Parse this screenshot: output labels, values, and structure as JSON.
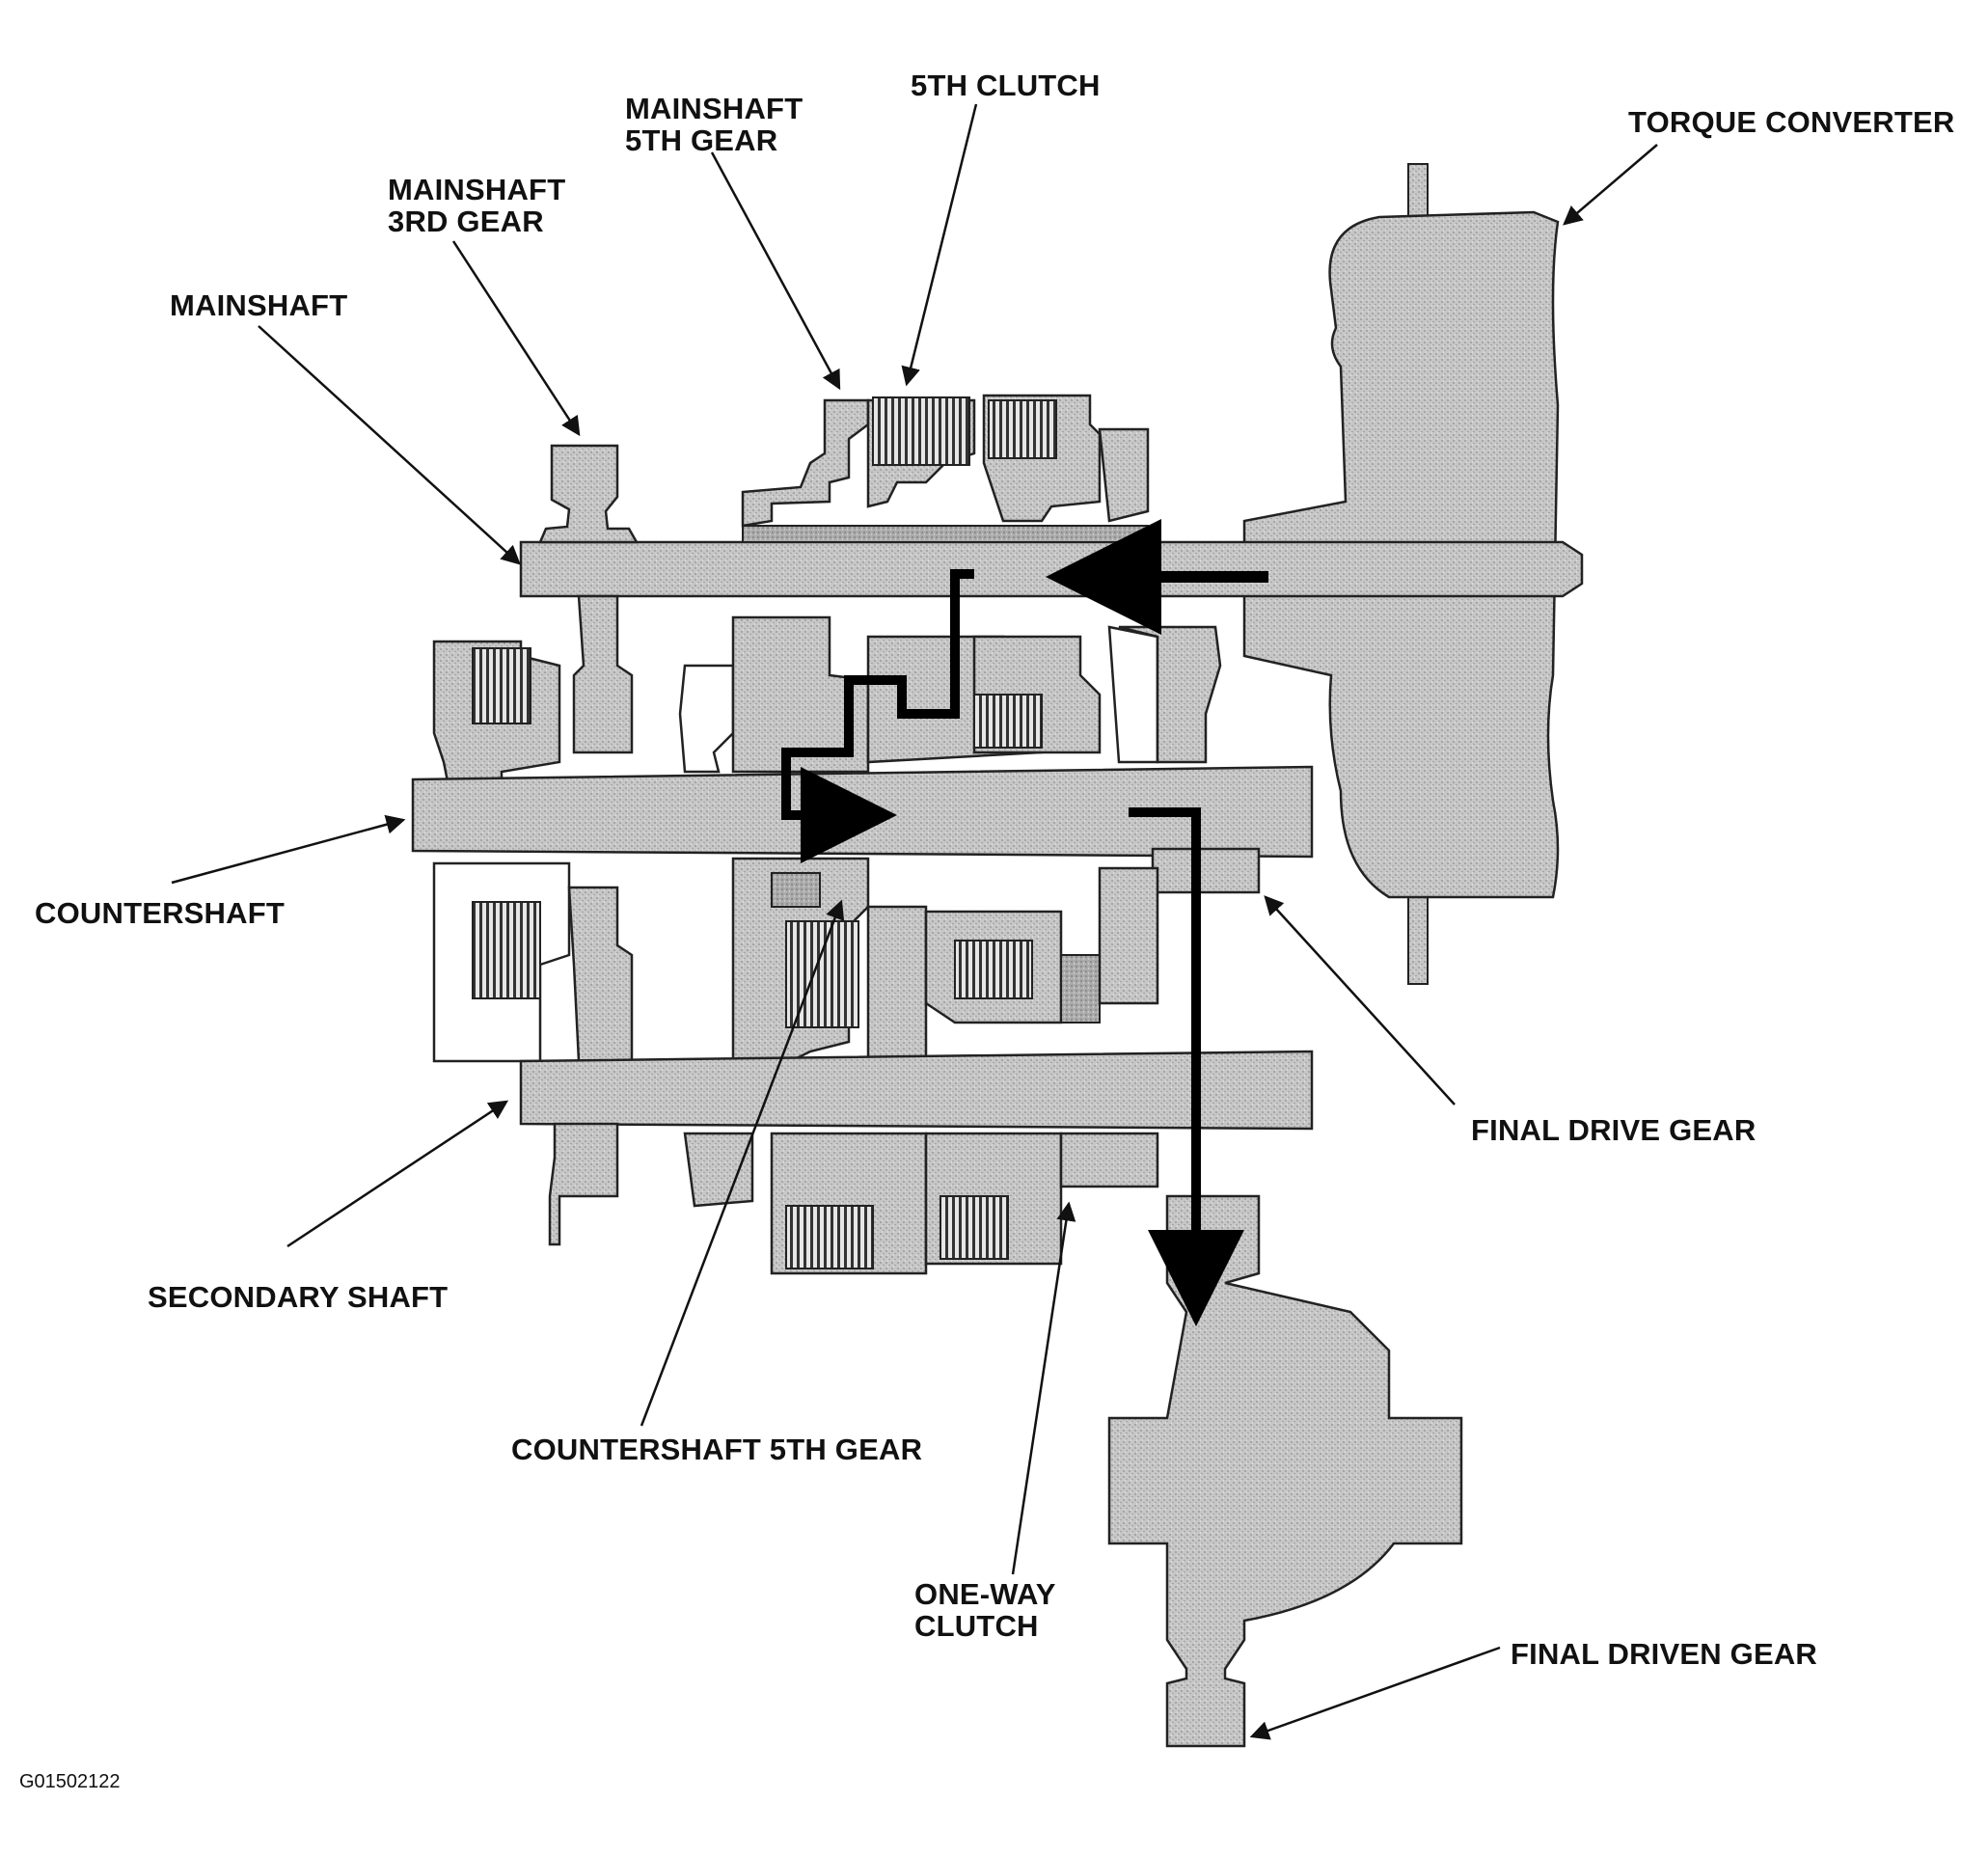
{
  "labels": {
    "mainshaft_5th_gear_l1": "MAINSHAFT",
    "mainshaft_5th_gear_l2": "5TH GEAR",
    "fifth_clutch": "5TH CLUTCH",
    "torque_converter": "TORQUE CONVERTER",
    "mainshaft_3rd_gear_l1": "MAINSHAFT",
    "mainshaft_3rd_gear_l2": "3RD GEAR",
    "mainshaft": "MAINSHAFT",
    "countershaft": "COUNTERSHAFT",
    "final_drive_gear": "FINAL DRIVE GEAR",
    "secondary_shaft": "SECONDARY SHAFT",
    "countershaft_5th_gear": "COUNTERSHAFT 5TH GEAR",
    "one_way_clutch_l1": "ONE-WAY",
    "one_way_clutch_l2": "CLUTCH",
    "final_driven_gear": "FINAL DRIVEN GEAR"
  },
  "figure_id": "G01502122",
  "colors": {
    "ink": "#111111",
    "part_fill": "#c4c4c4",
    "part_dark": "#a9a9a9",
    "background": "#ffffff",
    "power_flow": "#000000"
  }
}
